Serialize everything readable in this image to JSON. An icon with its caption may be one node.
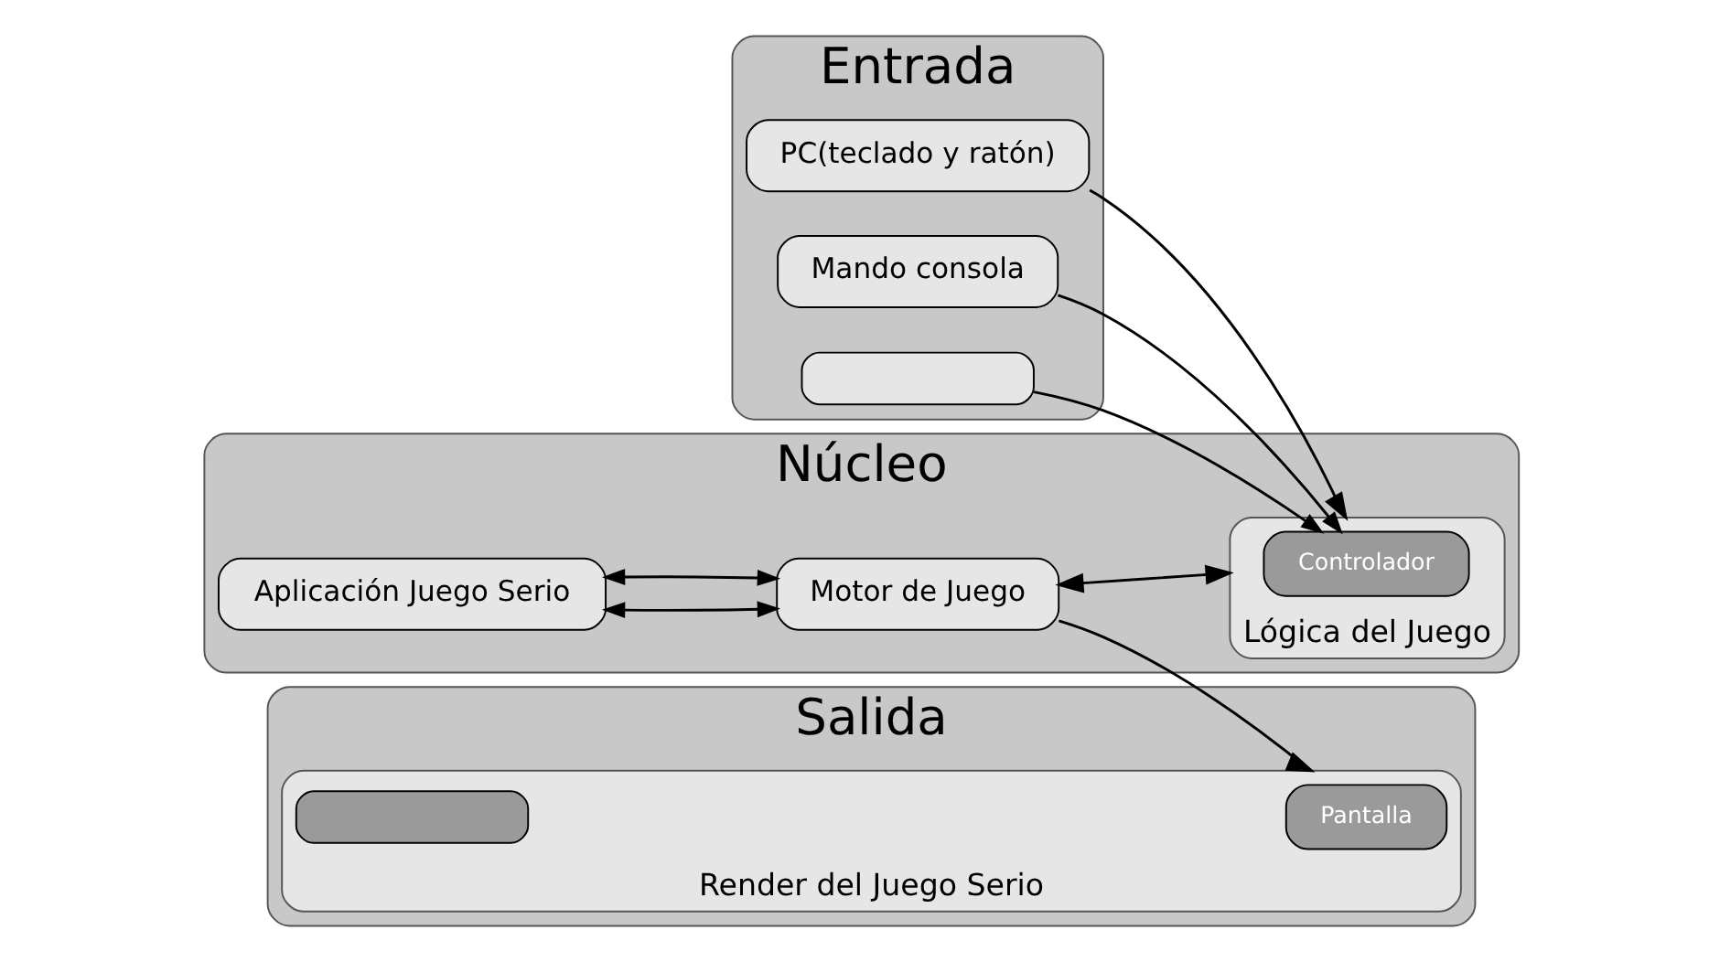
{
  "diagram": {
    "nodes": [
      {
        "text": [
          "Entrada"
        ]
      },
      {
        "text": [
          "PC(teclado y ratón)"
        ],
        "in": 0
      },
      {
        "text": [
          "Mando consola"
        ],
        "in": 0
      },
      {
        "text": [],
        "shape": "box",
        "in": 0
      },
      {
        "text": [
          "Núcleo"
        ]
      },
      {
        "text": [
          "Aplicación Juego Serio"
        ],
        "in": 4
      },
      {
        "text": [
          "Motor de Juego"
        ],
        "in": 4
      },
      {
        "text": [
          "Lógica del Juego"
        ],
        "in": 4
      },
      {
        "text": [
          "Controlador"
        ],
        "in": 7
      },
      {
        "text": [
          "Salida"
        ]
      },
      {
        "text": [
          "Render del Juego Serio"
        ],
        "in": 9
      },
      {
        "text": [
          "Pantalla"
        ],
        "in": 10
      },
      {
        "text": [],
        "shape": "box",
        "in": 10
      }
    ],
    "edges": [
      {
        "from": 1,
        "to": 7,
        "arrow": "to"
      },
      {
        "from": 2,
        "to": 8,
        "arrow": "to"
      },
      {
        "from": 3,
        "to": 8,
        "arrow": "to"
      },
      {
        "from": 5,
        "to": 6,
        "arrow": "both"
      },
      {
        "from": 5,
        "to": 6,
        "arrow": "both"
      },
      {
        "from": 6,
        "to": 7,
        "arrow": "both"
      },
      {
        "from": 6,
        "to": 10,
        "arrow": "to"
      }
    ]
  }
}
